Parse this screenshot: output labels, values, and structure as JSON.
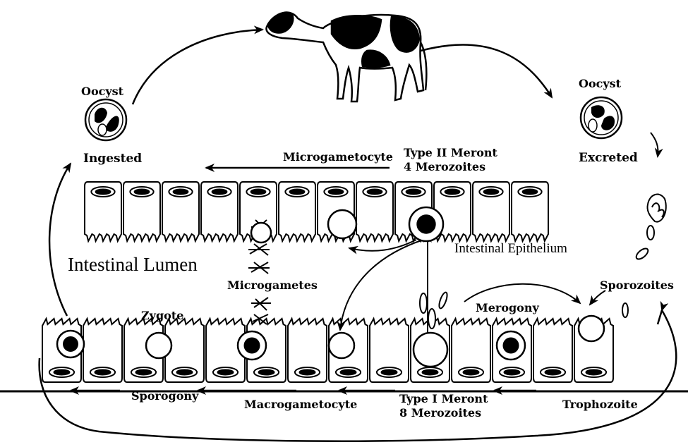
{
  "labels": {
    "oocyst_left": "Oocyst",
    "ingested": "Ingested",
    "oocyst_right": "Oocyst",
    "excreted": "Excreted",
    "microgametocyte": "Microgametocyte",
    "type2_line1": "Type II Meront",
    "type2_line2": "4 Merozoites",
    "intestinal_epithelium": "Intestinal Epithelium",
    "intestinal_lumen": "Intestinal Lumen",
    "microgametes": "Microgametes",
    "zygote": "Zygote",
    "merogony": "Merogony",
    "sporozoites": "Sporozoites",
    "sporogony": "Sporogony",
    "macrogametocyte": "Macrogametocyte",
    "type1_line1": "Type I Meront",
    "type1_line2": "8 Merozoites",
    "trophozoite": "Trophozoite"
  },
  "colors": {
    "ink": "#000000",
    "paper": "#ffffff"
  }
}
